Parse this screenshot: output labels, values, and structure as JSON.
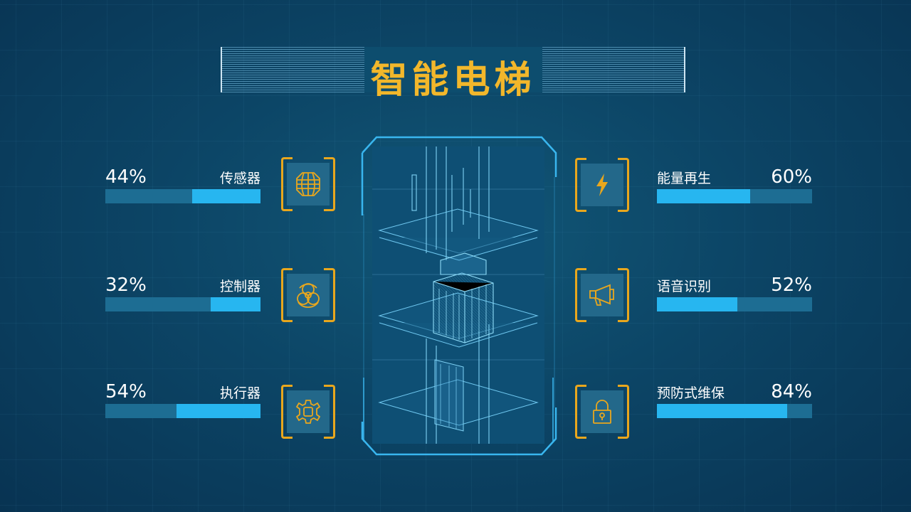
{
  "title": "智能电梯",
  "colors": {
    "accent_gold": "#f2b72b",
    "bar_track": "#1d6d93",
    "bar_fill": "#27b6f0",
    "background": "#0c4566"
  },
  "left_stats": [
    {
      "label": "传感器",
      "percent": "44%",
      "value": 0.44,
      "icon": "globe-icon"
    },
    {
      "label": "控制器",
      "percent": "32%",
      "value": 0.32,
      "icon": "biohazard-icon"
    },
    {
      "label": "执行器",
      "percent": "54%",
      "value": 0.54,
      "icon": "gear-chip-icon"
    }
  ],
  "right_stats": [
    {
      "label": "能量再生",
      "percent": "60%",
      "value": 0.6,
      "icon": "lightning-icon"
    },
    {
      "label": "语音识别",
      "percent": "52%",
      "value": 0.52,
      "icon": "megaphone-icon"
    },
    {
      "label": "预防式维保",
      "percent": "84%",
      "value": 0.84,
      "icon": "padlock-icon"
    }
  ]
}
